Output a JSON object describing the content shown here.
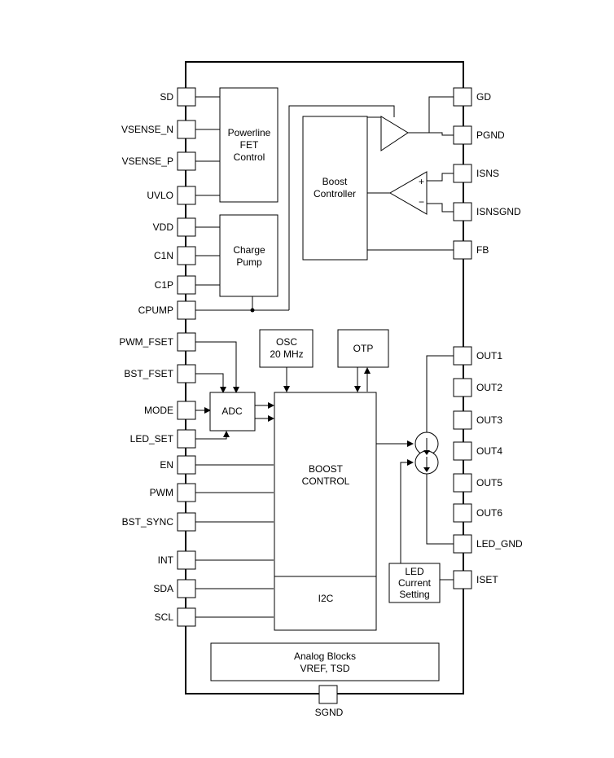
{
  "blocks": {
    "powerline": [
      "Powerline",
      "FET",
      "Control"
    ],
    "charge_pump": [
      "Charge",
      "Pump"
    ],
    "boost_controller": [
      "Boost",
      "Controller"
    ],
    "osc": [
      "OSC",
      "20 MHz"
    ],
    "otp": "OTP",
    "adc": "ADC",
    "boost_control": [
      "BOOST",
      "CONTROL"
    ],
    "i2c": "I2C",
    "led_current": [
      "LED",
      "Current",
      "Setting"
    ],
    "analog": [
      "Analog Blocks",
      "VREF, TSD"
    ]
  },
  "opamp_signs": {
    "plus": "+",
    "minus": "−"
  },
  "pins_left": [
    "SD",
    "VSENSE_N",
    "VSENSE_P",
    "UVLO",
    "VDD",
    "C1N",
    "C1P",
    "CPUMP",
    "PWM_FSET",
    "BST_FSET",
    "MODE",
    "LED_SET",
    "EN",
    "PWM",
    "BST_SYNC",
    "INT",
    "SDA",
    "SCL"
  ],
  "pins_right": [
    "GD",
    "PGND",
    "ISNS",
    "ISNSGND",
    "FB",
    "OUT1",
    "OUT2",
    "OUT3",
    "OUT4",
    "OUT5",
    "OUT6",
    "LED_GND",
    "ISET"
  ],
  "pin_bottom": "SGND"
}
